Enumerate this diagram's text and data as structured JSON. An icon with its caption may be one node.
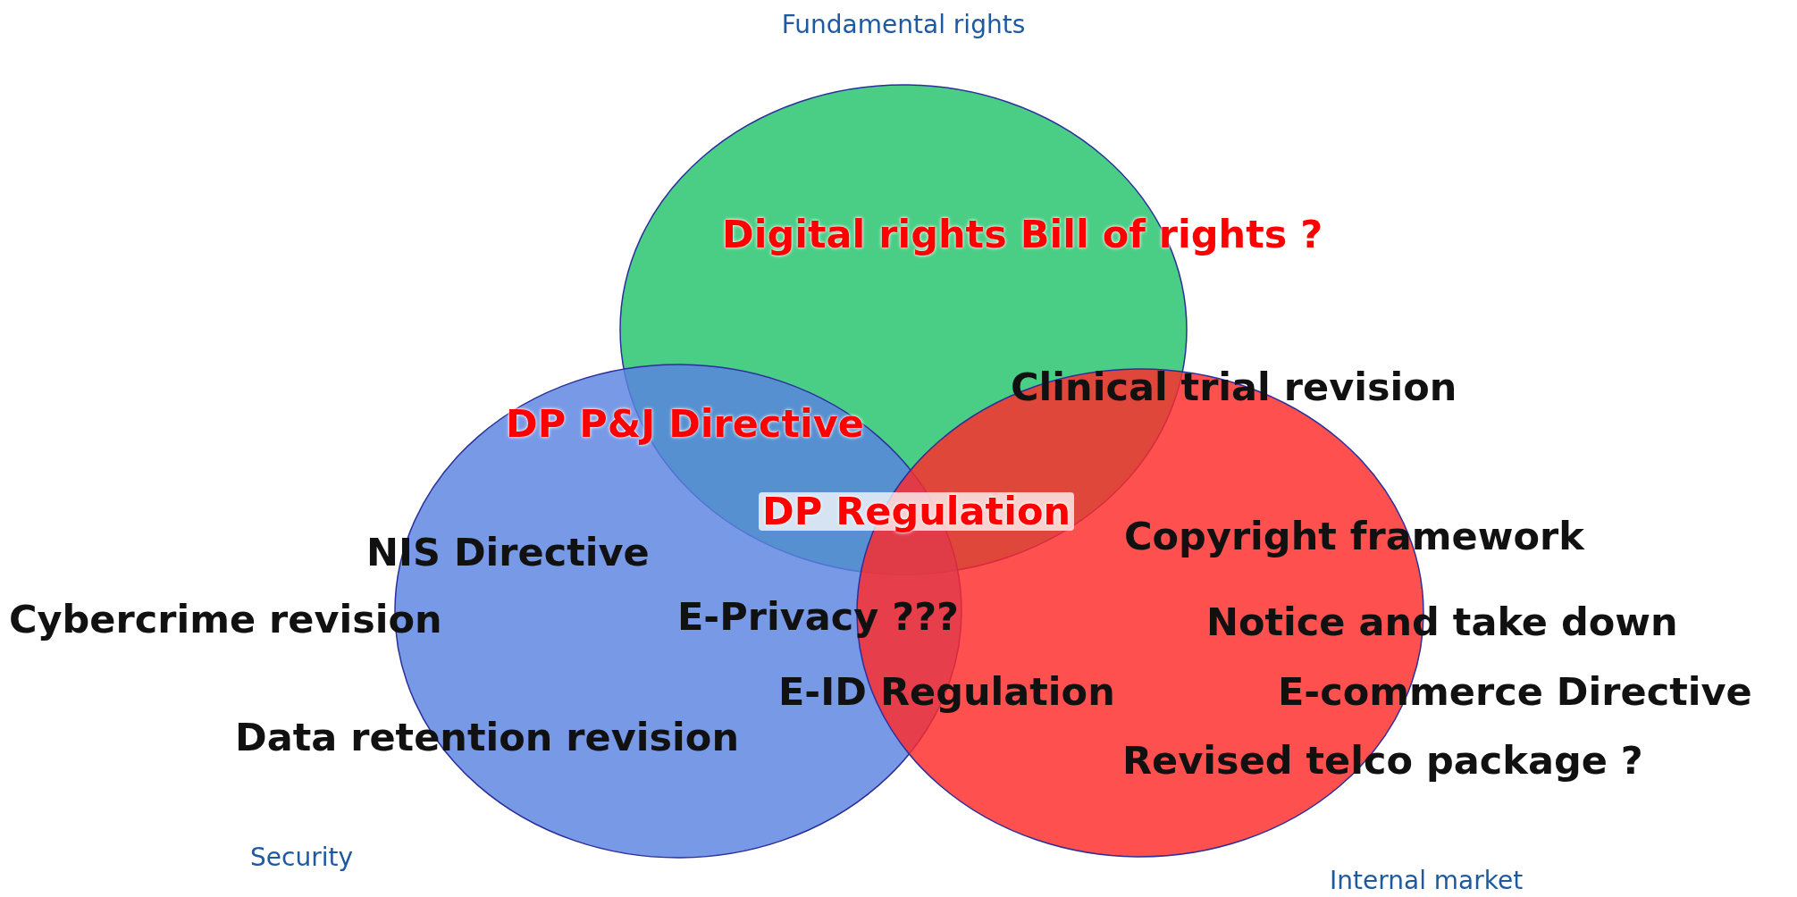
{
  "diagram": {
    "nodes": [
      {
        "text": [
          "Fundamental rights"
        ]
      },
      {
        "text": [
          "Security"
        ]
      },
      {
        "text": [
          "Internal market"
        ]
      }
    ],
    "labels": [
      "Digital rights Bill of rights ?",
      "Clinical trial revision",
      "DP P&J Directive",
      "DP Regulation",
      "NIS Directive",
      "Copyright framework",
      "Cybercrime revision",
      "E-Privacy ???",
      "Notice and take down",
      "E-ID Regulation",
      "E-commerce Directive",
      "Data retention revision",
      "Revised telco package ?"
    ]
  }
}
